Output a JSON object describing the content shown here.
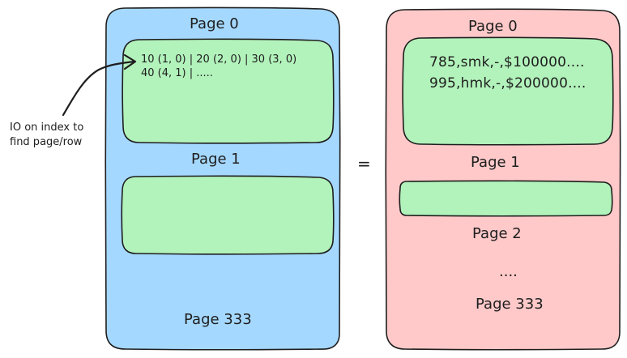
{
  "index_file": {
    "fill": "#a5d8ff",
    "page_0_label": "Page 0",
    "page_0_rows": [
      "10 (1, 0) | 20 (2, 0) | 30 (3, 0)",
      "40 (4, 1) | ....."
    ],
    "page_1_label": "Page 1",
    "last_page_label": "Page 333"
  },
  "data_file": {
    "fill": "#ffc9c9",
    "page_0_label": "Page 0",
    "page_0_records": [
      "785,smk,-,$100000....",
      "995,hmk,-,$200000...."
    ],
    "page_1_label": "Page 1",
    "page_2_label": "Page 2",
    "ellipsis": "....",
    "last_page_label": "Page 333"
  },
  "page_block_fill": "#b2f2bb",
  "equals_sign": "=",
  "annotation": {
    "lines": [
      "IO on index to",
      "find page/row"
    ]
  }
}
